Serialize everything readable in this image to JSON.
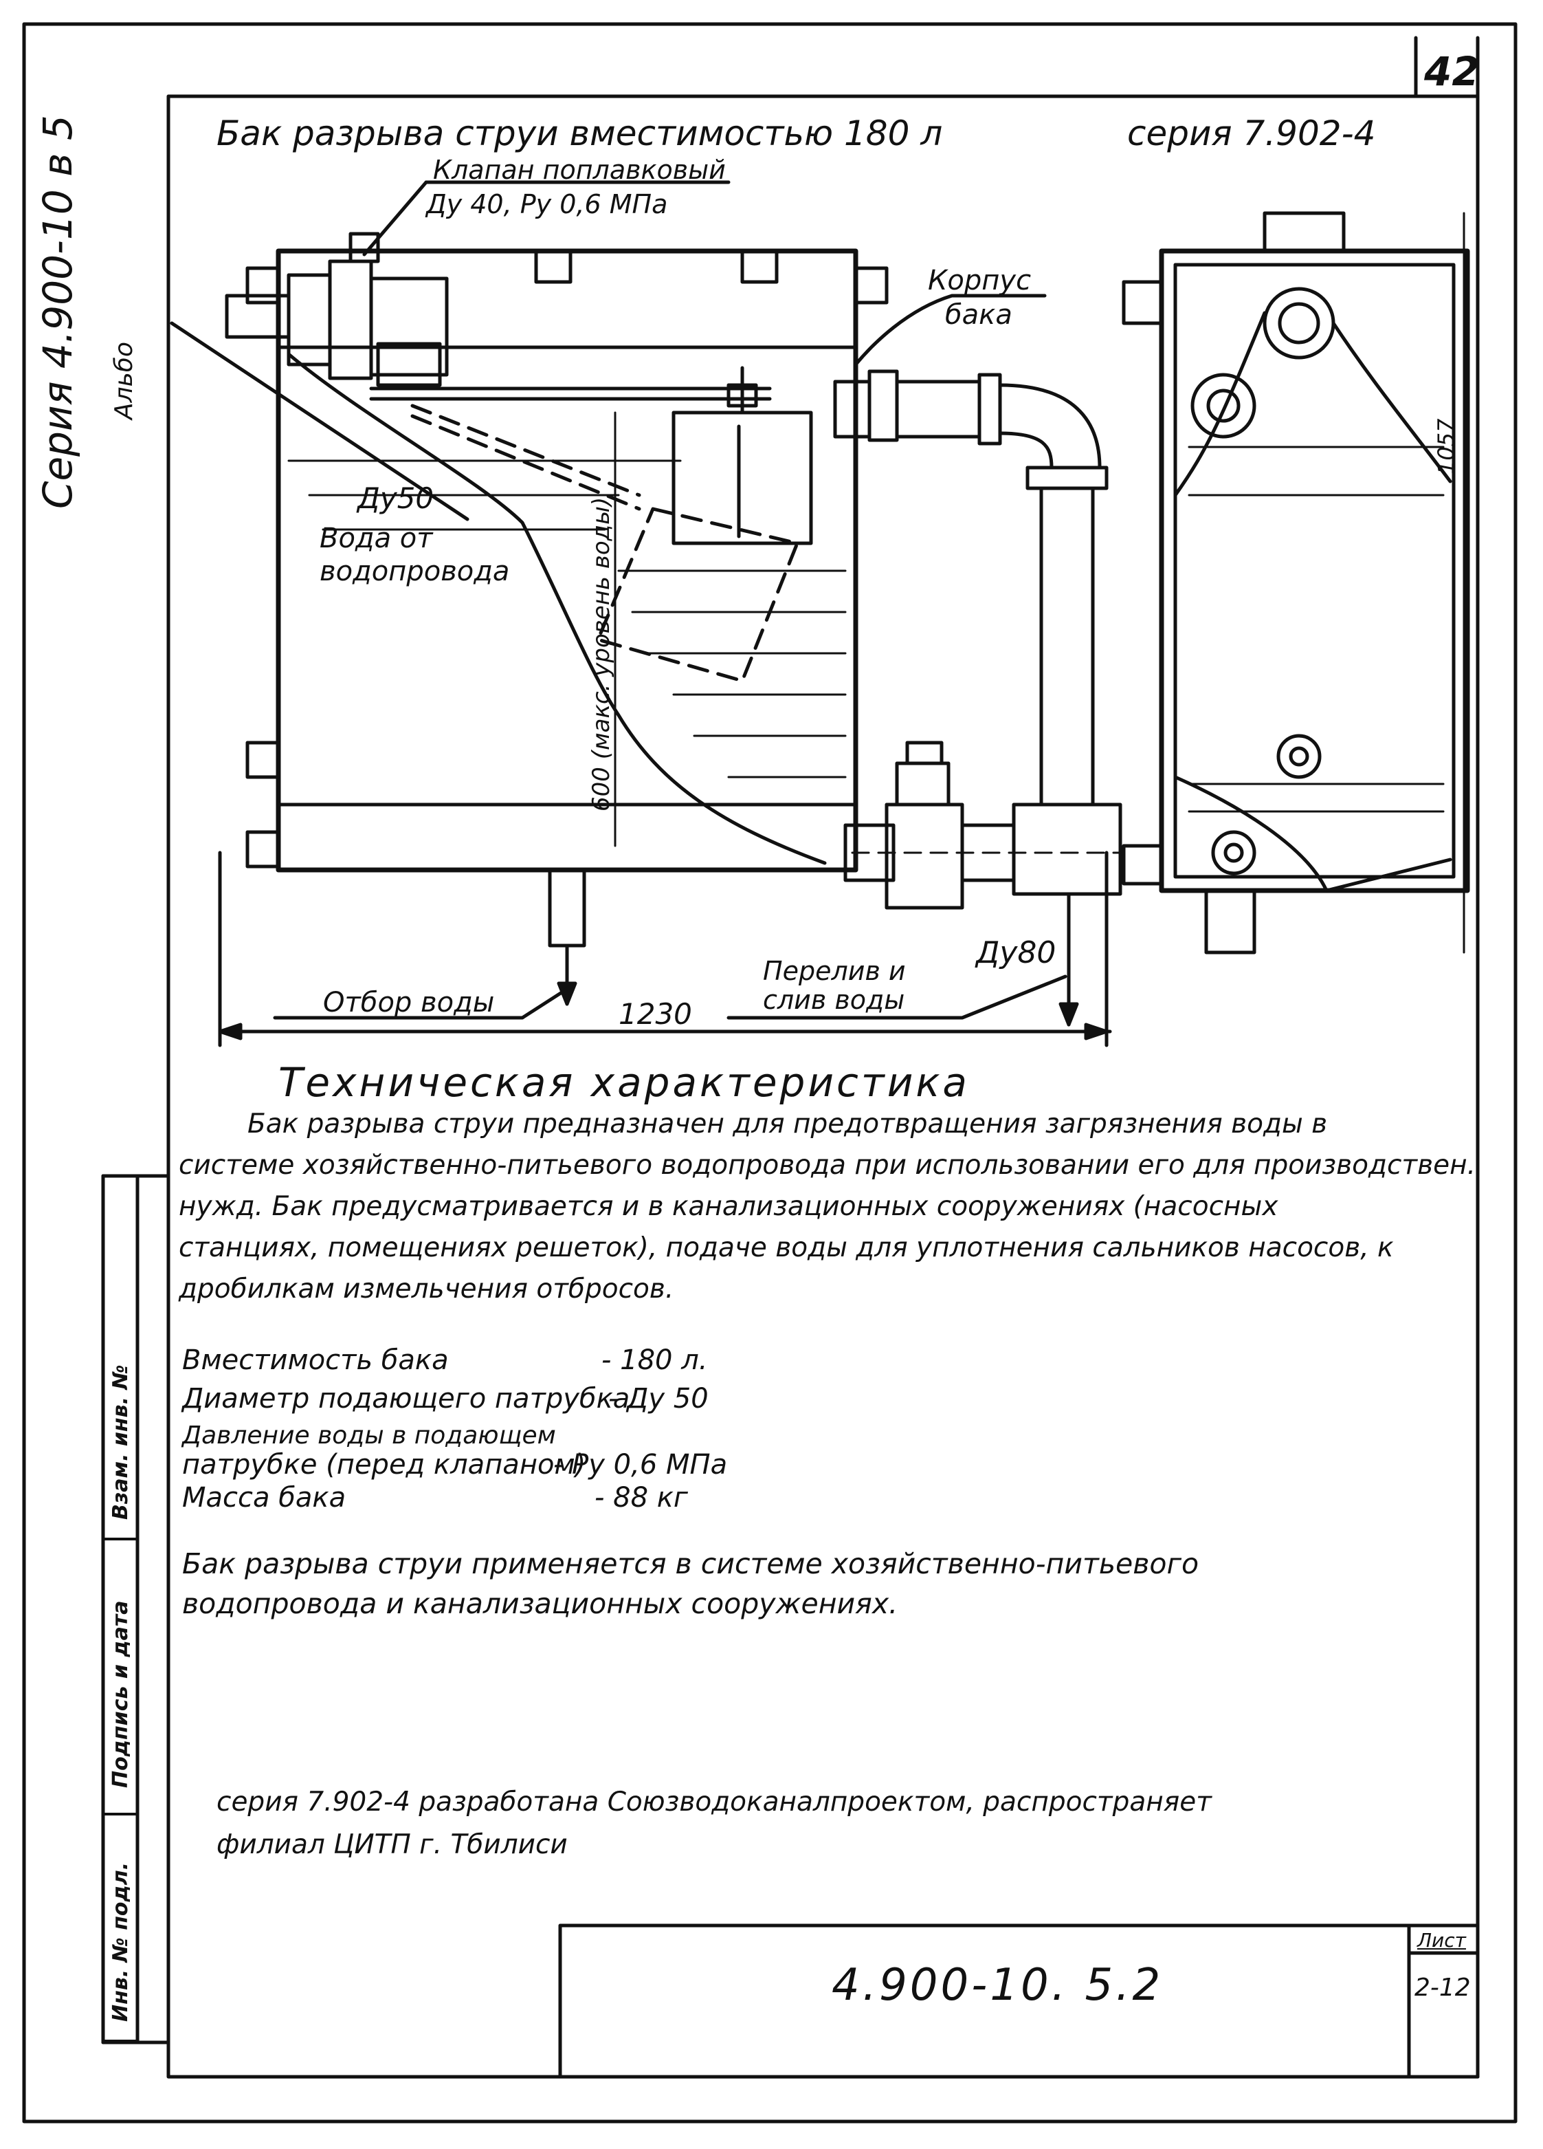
{
  "sheet": {
    "page_number": "42",
    "side_series": "Серия 4.900-10 в 5",
    "side_album": "Альбо",
    "drawing_title_left": "Бак разрыва струи вместимостью 180 л",
    "drawing_title_right": "серия 7.902-4"
  },
  "callouts": {
    "valve_name": "Клапан поплавковый",
    "valve_spec": "Ду 40, Ру 0,6 МПа",
    "body_line1": "Корпус",
    "body_line2": "бака",
    "inlet_dn": "Ду50",
    "inlet_line1": "Вода от",
    "inlet_line2": "водопровода",
    "max_level": "600 (макс. уровень воды)",
    "outlet_dn": "Ду80",
    "draw_off": "Отбор воды",
    "width_dim": "1230",
    "overflow_line1": "Перелив и",
    "overflow_line2": "слив воды",
    "height_dim": "1057"
  },
  "specs": {
    "heading": "Техническая характеристика",
    "paragraph_lines": [
      "Бак разрыва струи предназначен для предотвращения загрязнения воды в",
      "системе хозяйственно-питьевого водопровода при использовании его для производствен.",
      "нужд. Бак предусматривается и в канализационных сооружениях (насосных",
      "станциях, помещениях решеток), подаче воды для уплотнения сальников насосов, к",
      "дробилкам измельчения отбросов."
    ],
    "rows": [
      {
        "label": "Вместимость бака",
        "value": "- 180 л."
      },
      {
        "label": "Диаметр подающего патрубка",
        "value": "- Ду 50"
      },
      {
        "label": "Давление воды в подающем",
        "value": ""
      },
      {
        "label": "патрубке (перед клапаном)",
        "value": "- Ру 0,6 МПа"
      },
      {
        "label": "Масса бака",
        "value": "- 88 кг"
      }
    ],
    "application_lines": [
      "Бак разрыва струи применяется в системе хозяйственно-питьевого",
      "водопровода и канализационных сооружениях."
    ],
    "footer_lines": [
      "серия 7.902-4 разработана Союзводоканалпроектом, распространяет",
      "филиал ЦИТП г. Тбилиси"
    ]
  },
  "stamp": {
    "cells": [
      "Инв. № подл.",
      "Подпись и дата",
      "Взам. инв. №"
    ],
    "code": "4.900-10. 5.2",
    "sheet_label": "Лист",
    "sheet_number": "2-12"
  }
}
